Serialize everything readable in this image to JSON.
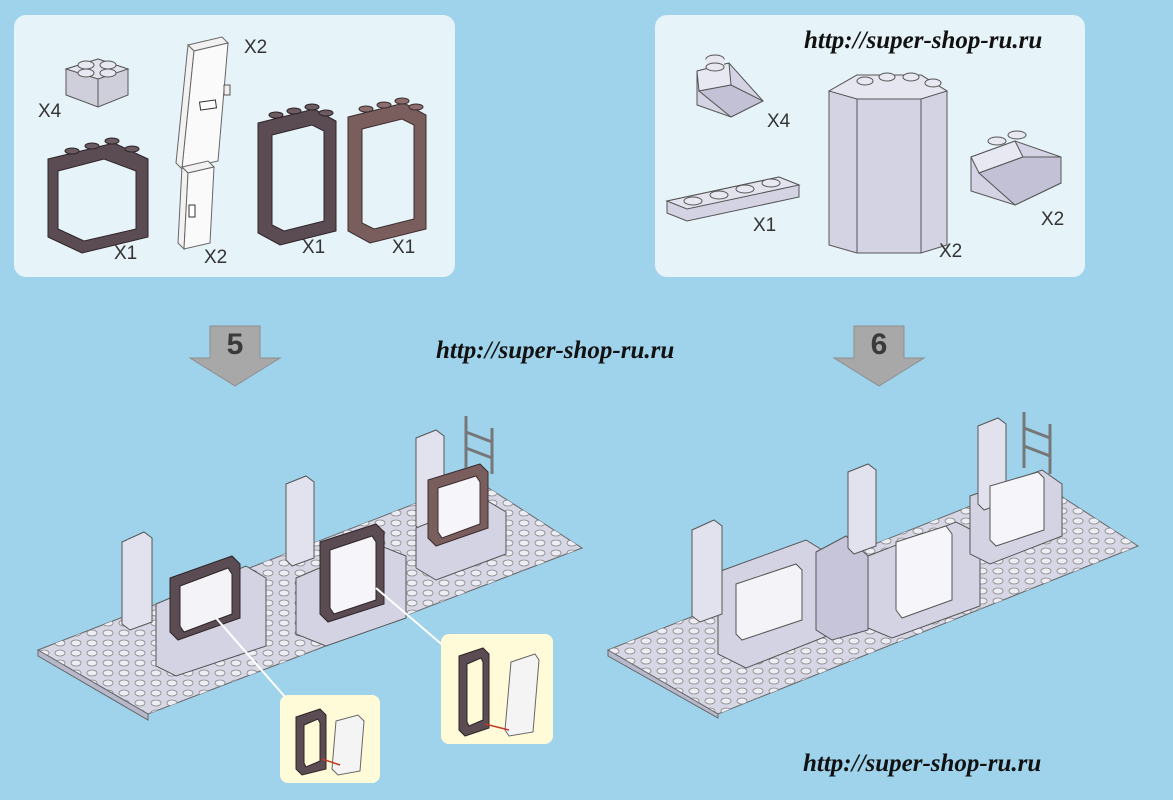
{
  "watermarks": {
    "top_right": "http://super-shop-ru.ru",
    "middle": "http://super-shop-ru.ru",
    "bottom_right": "http://super-shop-ru.ru"
  },
  "steps": [
    {
      "number": "5"
    },
    {
      "number": "6"
    }
  ],
  "parts_left": {
    "brick_2x2": "X4",
    "tall_door": "X2",
    "small_frame": "X1",
    "small_door": "X2",
    "dark_frame": "X1",
    "brown_frame": "X1"
  },
  "parts_right": {
    "slope_small": "X4",
    "plate_1x4": "X1",
    "corner_panel": "X2",
    "slope_large": "X2"
  },
  "colors": {
    "background": "#9fd3ec",
    "panel": "#e6f3f9",
    "callout": "#fffbd8",
    "brick_light": "#d4d3e4",
    "frame_dark": "#5a4c52",
    "frame_brown": "#7a5e5e",
    "arrow_gray": "#a8a8a8"
  }
}
